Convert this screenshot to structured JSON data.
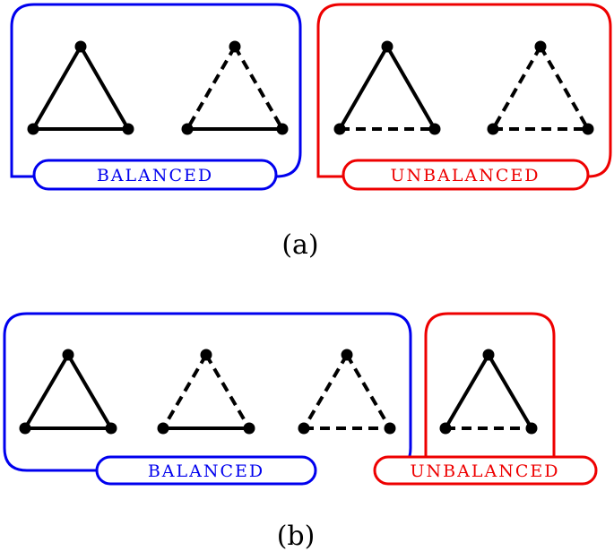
{
  "colors": {
    "balanced": "#0000ee",
    "unbalanced": "#ee0000",
    "edge": "#000000"
  },
  "panel_a": {
    "caption": "(a)",
    "balanced_label": "BALANCED",
    "unbalanced_label": "UNBALANCED",
    "balanced_triads": [
      {
        "left": "solid",
        "right": "solid",
        "base": "solid"
      },
      {
        "left": "dashed",
        "right": "dashed",
        "base": "solid"
      }
    ],
    "unbalanced_triads": [
      {
        "left": "solid",
        "right": "solid",
        "base": "dashed"
      },
      {
        "left": "dashed",
        "right": "dashed",
        "base": "dashed"
      }
    ]
  },
  "panel_b": {
    "caption": "(b)",
    "balanced_label": "BALANCED",
    "unbalanced_label": "UNBALANCED",
    "balanced_triads": [
      {
        "left": "solid",
        "right": "solid",
        "base": "solid"
      },
      {
        "left": "dashed",
        "right": "dashed",
        "base": "solid"
      },
      {
        "left": "dashed",
        "right": "dashed",
        "base": "dashed"
      }
    ],
    "unbalanced_triads": [
      {
        "left": "solid",
        "right": "solid",
        "base": "dashed"
      }
    ]
  }
}
